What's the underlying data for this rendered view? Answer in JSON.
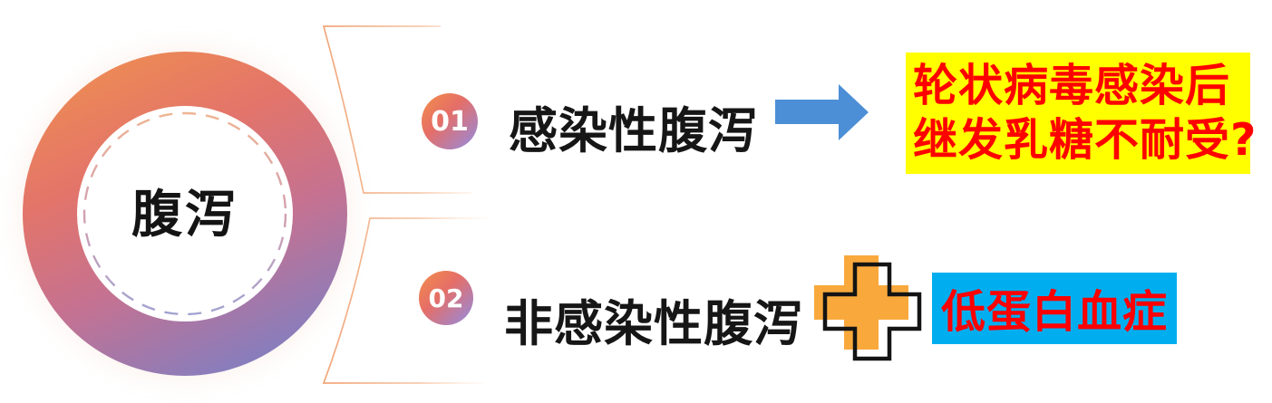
{
  "colors": {
    "background": "#FFFFFF",
    "highlight_yellow": "#FFFF00",
    "highlight_blue": "#00AEEF",
    "emphasis_red": "#FE0000",
    "arrow_blue": "#4C8FD6",
    "plus_orange": "#F9A93C",
    "plus_outline_black": "#141414",
    "bracket_orange": "#F0A878",
    "label_black": "#161616",
    "ring_gradient": [
      "#F0914E",
      "#E3746A",
      "#C47292",
      "#7381CB"
    ],
    "badge_gradient": [
      "#F0884E",
      "#E56E67",
      "#9F87CF"
    ]
  },
  "center": {
    "label": "腹泻"
  },
  "branches": [
    {
      "badge": "01",
      "label": "感染性腹泻",
      "connector_icon": "arrow-right-icon",
      "result_lines": [
        "轮状病毒感染后",
        "继发乳糖不耐受?"
      ]
    },
    {
      "badge": "02",
      "label": "非感染性腹泻",
      "connector_icon": "plus-icon",
      "result_lines": [
        "低蛋白血症"
      ]
    }
  ]
}
